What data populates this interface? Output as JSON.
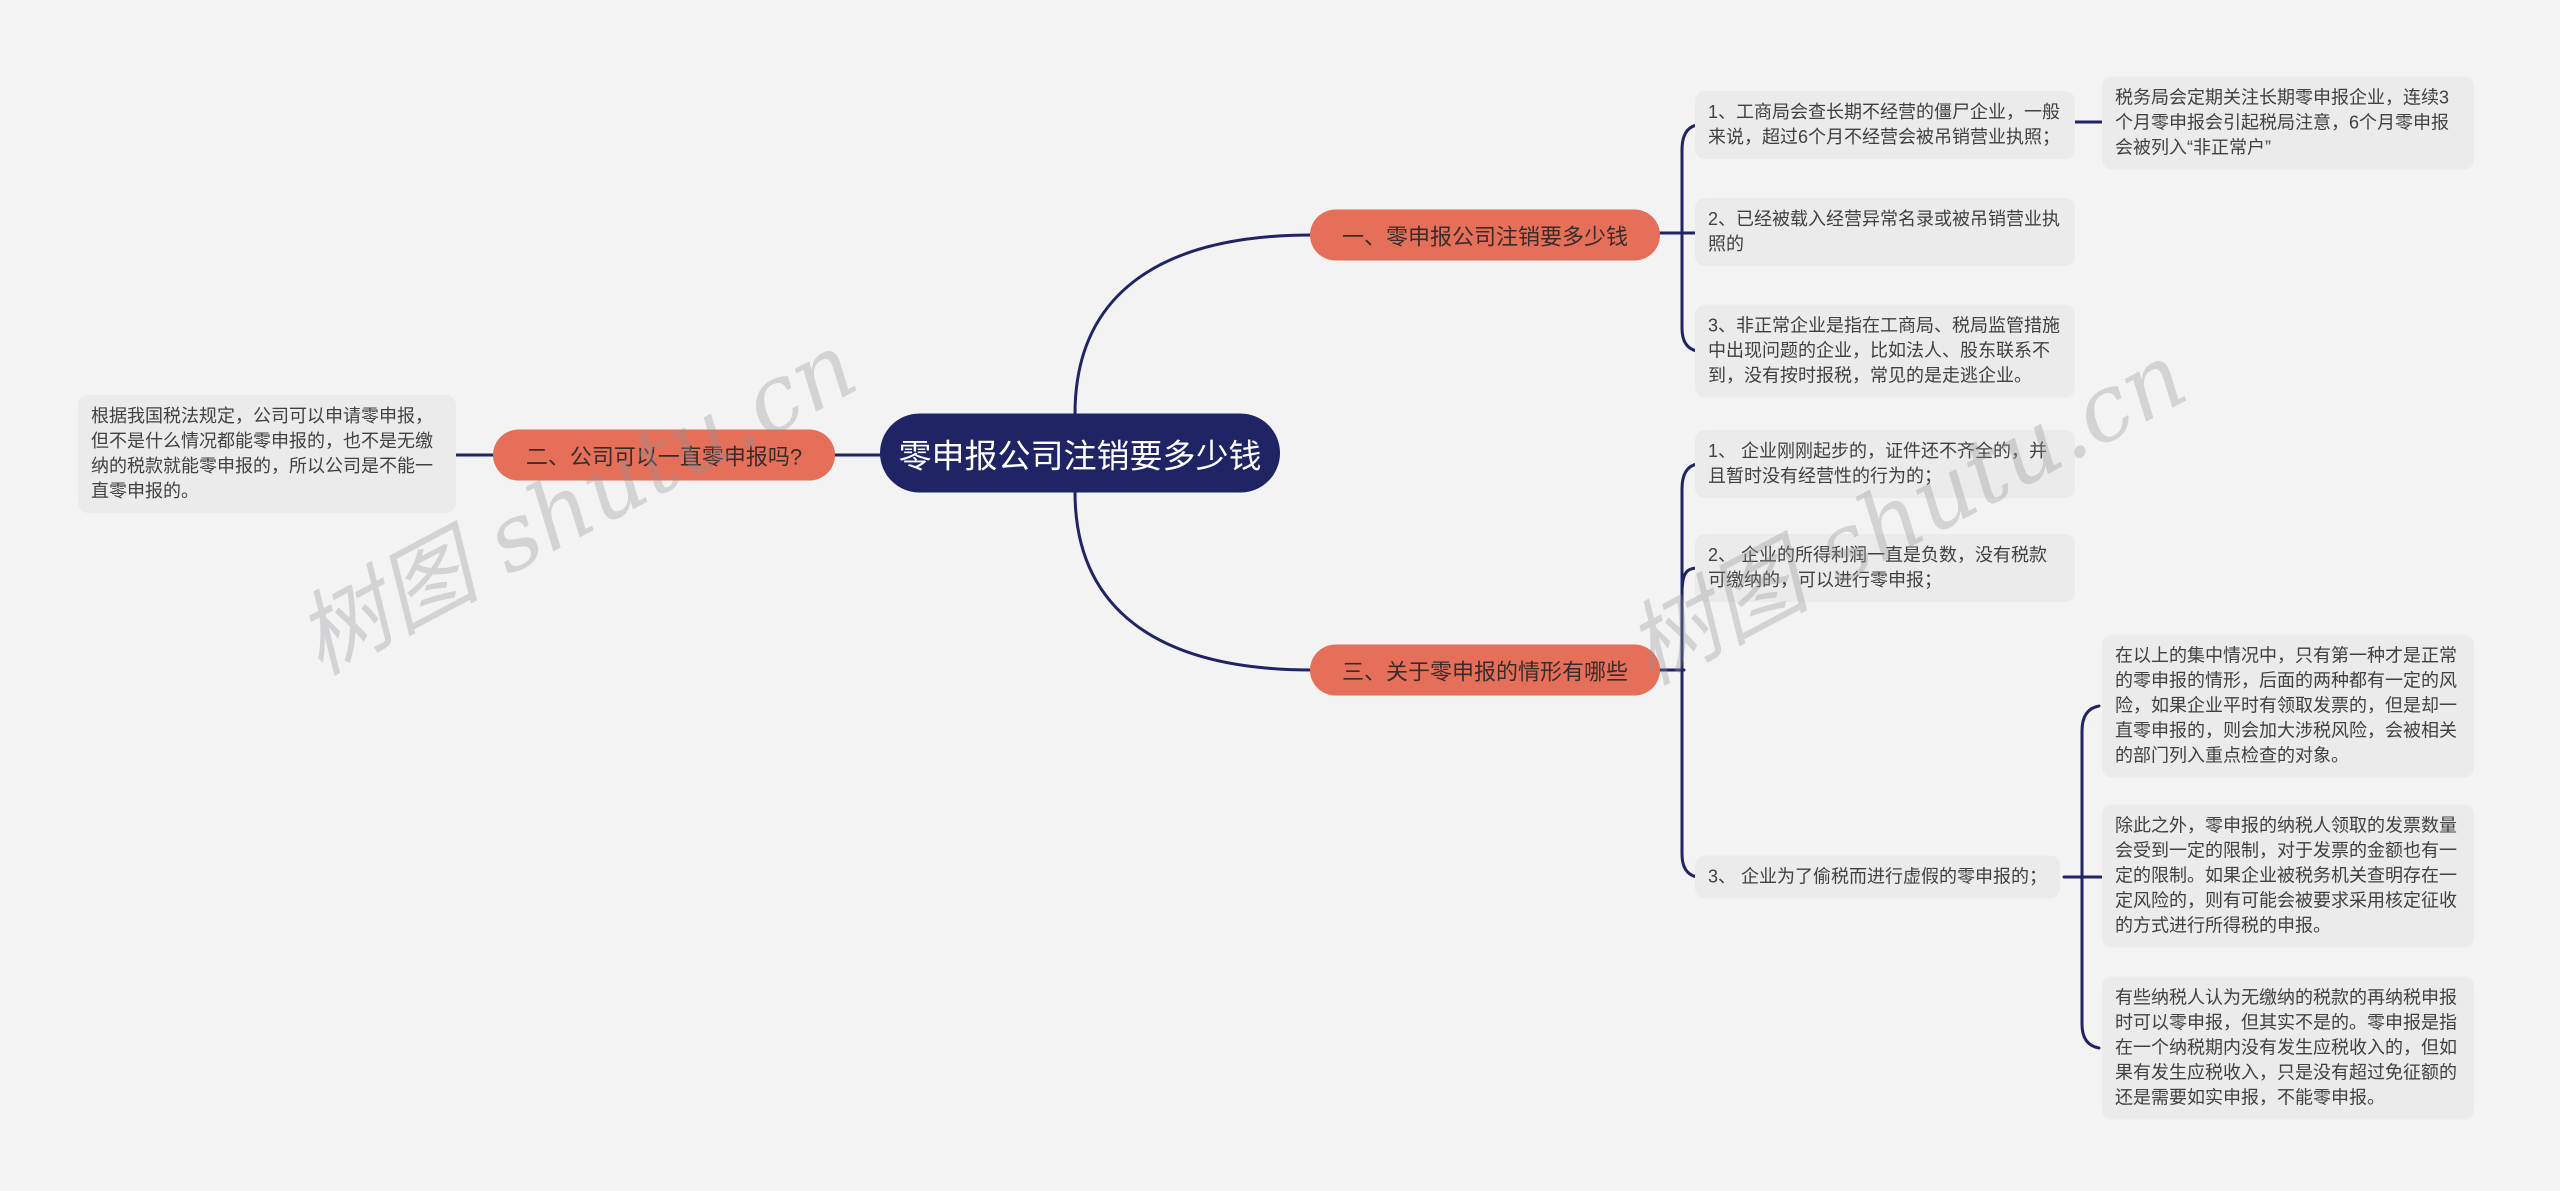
{
  "watermark": {
    "text": "树图 shutu.cn"
  },
  "colors": {
    "background": "#f3f3f3",
    "root_node_fill": "#1e2464",
    "root_node_text": "#ffffff",
    "branch_node_fill": "#e56f58",
    "branch_node_text": "#3a2c2a",
    "note_fill": "#ebebeb",
    "note_text": "#404040",
    "connector": "#1e2464"
  },
  "root": {
    "label": "零申报公司注销要多少钱"
  },
  "branch1": {
    "label": "一、零申报公司注销要多少钱",
    "items": [
      {
        "text": "1、工商局会查长期不经营的僵尸企业，一般来说，超过6个月不经营会被吊销营业执照；",
        "note": "税务局会定期关注长期零申报企业，连续3个月零申报会引起税局注意，6个月零申报会被列入“非正常户”"
      },
      {
        "text": "2、已经被载入经营异常名录或被吊销营业执照的"
      },
      {
        "text": "3、非正常企业是指在工商局、税局监管措施中出现问题的企业，比如法人、股东联系不到，没有按时报税，常见的是走逃企业。"
      }
    ]
  },
  "branch2": {
    "label": "二、公司可以一直零申报吗?",
    "note": "根据我国税法规定，公司可以申请零申报，但不是什么情况都能零申报的，也不是无缴纳的税款就能零申报的，所以公司是不能一直零申报的。"
  },
  "branch3": {
    "label": "三、关于零申报的情形有哪些",
    "items": [
      {
        "text": "1、 企业刚刚起步的，证件还不齐全的，并且暂时没有经营性的行为的；"
      },
      {
        "text": "2、 企业的所得利润一直是负数，没有税款可缴纳的，可以进行零申报；"
      },
      {
        "text": "3、 企业为了偷税而进行虚假的零申报的；",
        "notes": [
          "在以上的集中情况中，只有第一种才是正常的零申报的情形，后面的两种都有一定的风险，如果企业平时有领取发票的，但是却一直零申报的，则会加大涉税风险，会被相关的部门列入重点检查的对象。",
          "除此之外，零申报的纳税人领取的发票数量会受到一定的限制，对于发票的金额也有一定的限制。如果企业被税务机关查明存在一定风险的，则有可能会被要求采用核定征收的方式进行所得税的申报。",
          "有些纳税人认为无缴纳的税款的再纳税申报时可以零申报，但其实不是的。零申报是指在一个纳税期内没有发生应税收入的，但如果有发生应税收入，只是没有超过免征额的还是需要如实申报，不能零申报。"
        ]
      }
    ]
  }
}
